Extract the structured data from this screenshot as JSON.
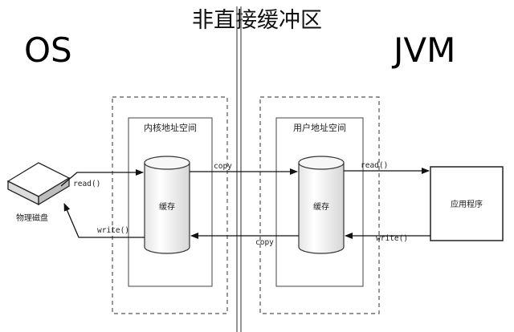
{
  "title": "非直接缓冲区",
  "os_label": "OS",
  "jvm_label": "JVM",
  "kernel_space_label": "内核地址空间",
  "user_space_label": "用户地址空间",
  "cache_label_kernel": "缓存",
  "cache_label_user": "缓存",
  "disk_label": "物理磁盘",
  "app_label": "应用程序",
  "arrows": {
    "disk_read": "read()",
    "disk_write": "write()",
    "copy_to_user": "copy",
    "copy_to_kernel": "copy",
    "app_read": "read()",
    "app_write": "write()"
  }
}
